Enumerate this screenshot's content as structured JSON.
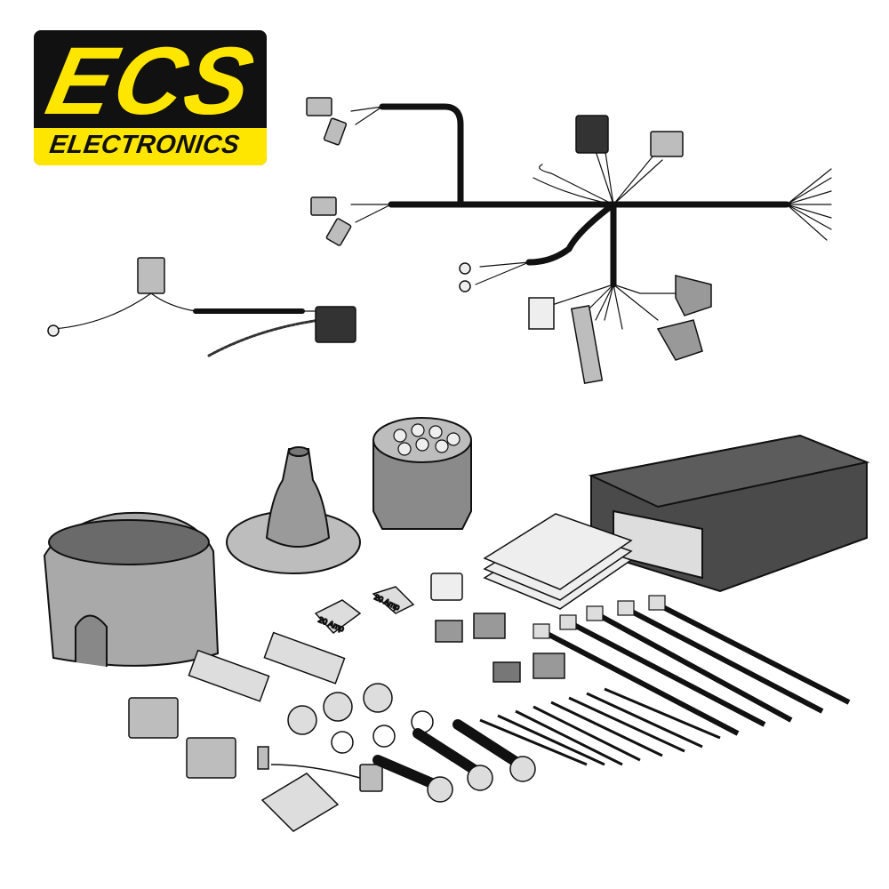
{
  "logo": {
    "brand": "ECS",
    "subtitle": "ELECTRONICS",
    "colors": {
      "yellow": "#ffe600",
      "black": "#111111"
    }
  },
  "fuses": [
    {
      "label": "20 Amp"
    },
    {
      "label": "20 Amp"
    }
  ],
  "colors": {
    "component_grey": "#a9a9a9",
    "dark_grey": "#4a4a4a",
    "cable": "#111111"
  }
}
